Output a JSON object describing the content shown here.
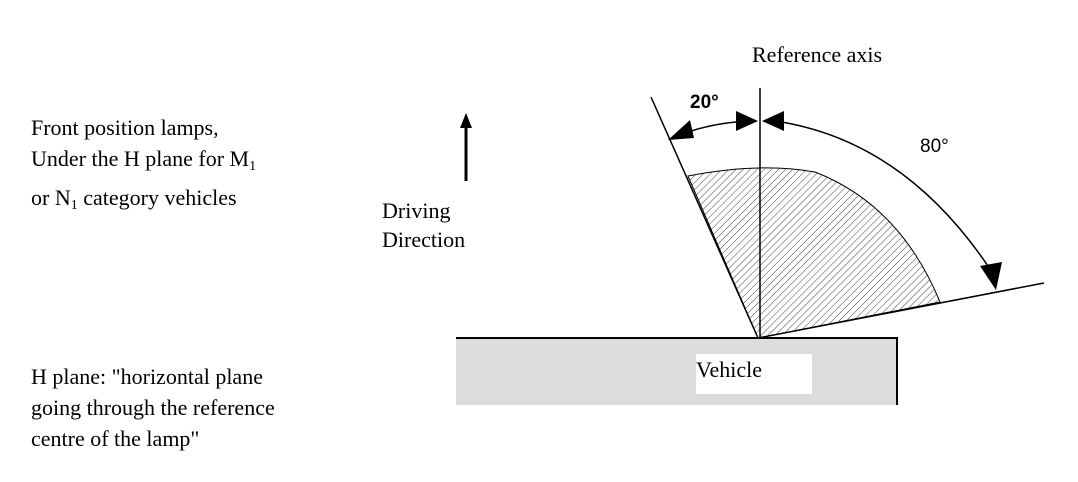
{
  "labels": {
    "title_line1": "Front position lamps,",
    "title_line2_prefix": "Under the H plane for M",
    "title_line2_sub": "1",
    "title_line3_prefix": "or N",
    "title_line3_sub": "1",
    "title_line3_suffix": " category vehicles",
    "hplane_line1": "H plane: \"horizontal plane",
    "hplane_line2": "going through the reference",
    "hplane_line3": "centre of the lamp\"",
    "driving_line1": "Driving",
    "driving_line2": "Direction",
    "reference_axis": "Reference axis",
    "vehicle": "Vehicle",
    "angle_inward": "20°",
    "angle_outward": "80°"
  },
  "colors": {
    "vehicle_fill": "#dcdcdc",
    "lines": "#000000",
    "hatch": "#444444"
  }
}
